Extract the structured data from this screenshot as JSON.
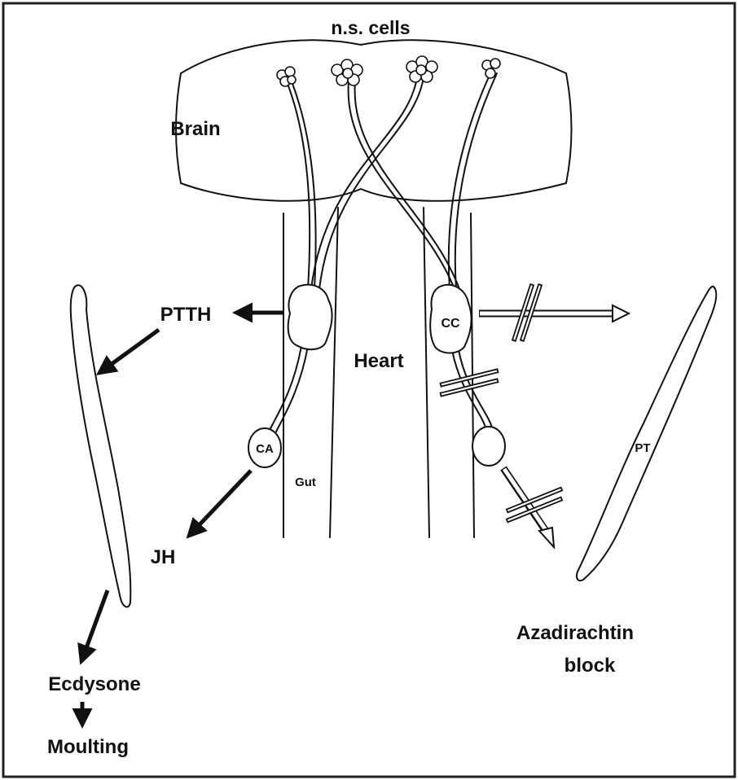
{
  "labels": {
    "ns_cells": "n.s. cells",
    "brain": "Brain",
    "ptth": "PTTH",
    "heart": "Heart",
    "cc": "CC",
    "ca": "CA",
    "gut": "Gut",
    "jh": "JH",
    "pt": "PT",
    "ecdysone": "Ecdysone",
    "moulting": "Moulting",
    "azadirachtin_line1": "Azadirachtin",
    "azadirachtin_line2": "block"
  }
}
